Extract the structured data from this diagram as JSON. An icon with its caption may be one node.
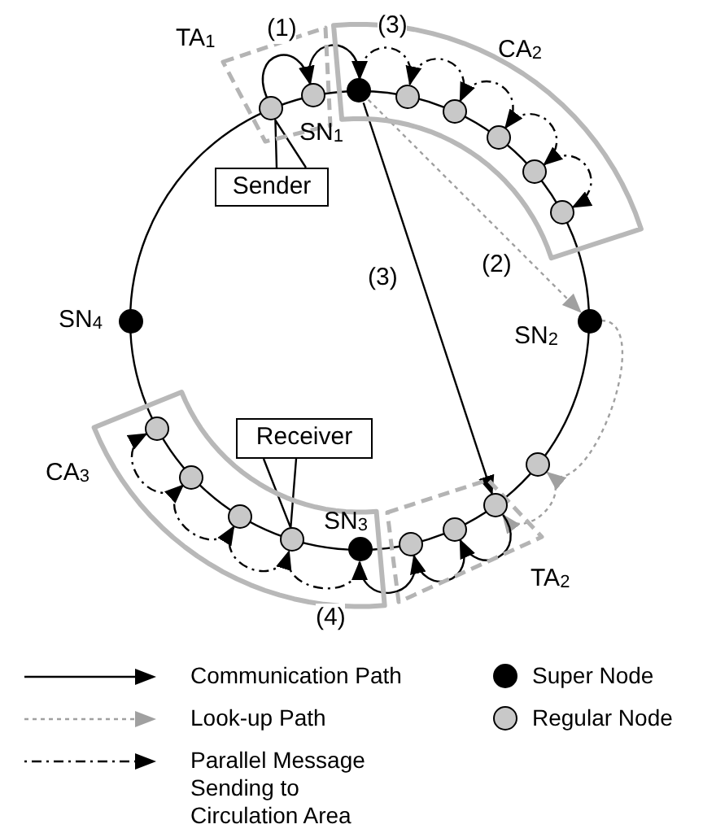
{
  "diagram": {
    "nodes": [
      {
        "text": [
          "TA$_{1}$"
        ]
      },
      {
        "text": [],
        "shape": "circle",
        "in": 0
      },
      {
        "text": [],
        "shape": "circle",
        "in": 0
      },
      {
        "text": [
          "CA$_{2}$"
        ]
      },
      {
        "text": [],
        "shape": "circle",
        "in": 3,
        "beside": [
          "SN$_{1}$"
        ]
      },
      {
        "text": [],
        "shape": "circle",
        "in": 3
      },
      {
        "text": [],
        "shape": "circle",
        "in": 3
      },
      {
        "text": [],
        "shape": "circle",
        "in": 3
      },
      {
        "text": [],
        "shape": "circle",
        "in": 3
      },
      {
        "text": [],
        "shape": "circle",
        "in": 3
      },
      {
        "text": [],
        "shape": "circle",
        "beside": [
          "SN$_{2}$"
        ]
      },
      {
        "text": [
          "TA$_{2}$"
        ]
      },
      {
        "text": [],
        "shape": "circle"
      },
      {
        "text": [],
        "shape": "circle",
        "in": 11
      },
      {
        "text": [],
        "shape": "circle",
        "in": 11
      },
      {
        "text": [],
        "shape": "circle",
        "in": 11
      },
      {
        "text": [
          "CA$_{3}$"
        ]
      },
      {
        "text": [],
        "shape": "circle",
        "in": 16
      },
      {
        "text": [],
        "shape": "circle",
        "in": 16
      },
      {
        "text": [],
        "shape": "circle",
        "in": 16
      },
      {
        "text": [],
        "shape": "circle",
        "in": 16
      },
      {
        "text": [],
        "shape": "circle",
        "in": 16,
        "beside": [
          "SN$_{3}$"
        ]
      },
      {
        "text": [],
        "shape": "circle",
        "beside": [
          "SN$_{4}$"
        ]
      },
      {
        "text": [
          "Sender"
        ]
      },
      {
        "text": [
          "Receiver"
        ]
      }
    ],
    "edges": [
      {
        "from": 1,
        "to": 2,
        "arrow": "to"
      },
      {
        "from": 2,
        "to": 4,
        "arrow": "to"
      },
      {
        "from": 4,
        "to": 5,
        "arrow": "to",
        "style": "dashed"
      },
      {
        "from": 5,
        "to": 6,
        "arrow": "to",
        "style": "dashed"
      },
      {
        "from": 6,
        "to": 7,
        "arrow": "to",
        "style": "dashed"
      },
      {
        "from": 7,
        "to": 8,
        "arrow": "to",
        "style": "dashed"
      },
      {
        "from": 8,
        "to": 9,
        "arrow": "to",
        "style": "dashed"
      },
      {
        "from": 4,
        "to": 13,
        "arrow": "to",
        "label": "(3)"
      },
      {
        "from": 4,
        "to": 10,
        "arrow": "to",
        "label": "(2)",
        "style": "dashed",
        "color": "#a0a0a0"
      },
      {
        "from": 10,
        "to": 12,
        "arrow": "to",
        "style": "dashed",
        "color": "#a0a0a0"
      },
      {
        "from": 12,
        "to": 13,
        "arrow": "to",
        "style": "dashed",
        "color": "#a0a0a0"
      },
      {
        "from": 13,
        "to": 14,
        "arrow": "to"
      },
      {
        "from": 14,
        "to": 15,
        "arrow": "to"
      },
      {
        "from": 15,
        "to": 21,
        "arrow": "to"
      },
      {
        "from": 21,
        "to": 20,
        "arrow": "to",
        "style": "dashed"
      },
      {
        "from": 20,
        "to": 19,
        "arrow": "to",
        "style": "dashed"
      },
      {
        "from": 19,
        "to": 18,
        "arrow": "to",
        "style": "dashed"
      },
      {
        "from": 18,
        "to": 17,
        "arrow": "to",
        "style": "dashed"
      },
      {
        "from": 23,
        "to": 1,
        "arrow": "none"
      },
      {
        "from": 24,
        "to": 20,
        "arrow": "none"
      }
    ],
    "labels": [
      "(1)",
      "(3)",
      "(4)"
    ],
    "legend": [
      {
        "text": "Communication Path"
      },
      {
        "text": "Look-up Path"
      },
      {
        "text": "Parallel Message Sending to Circulation Area"
      },
      {
        "text": "Super Node",
        "color": "#000000"
      },
      {
        "text": "Regular Node",
        "color": "#c8c8c8"
      }
    ]
  }
}
